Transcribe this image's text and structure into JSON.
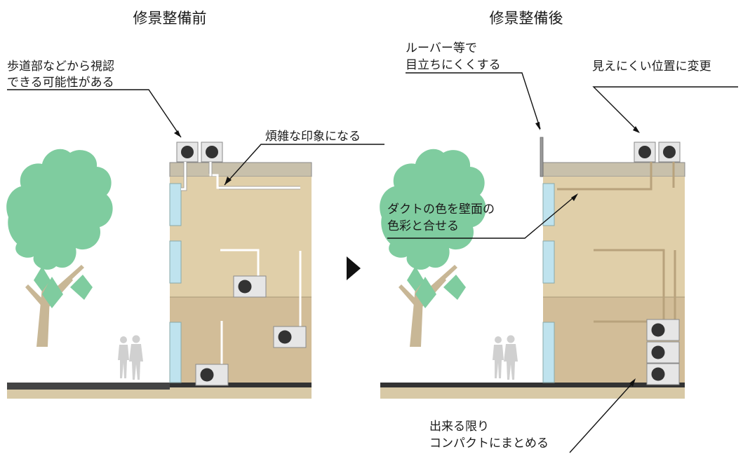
{
  "before": {
    "title": "修景整備前",
    "callout_visible_1": "歩道部などから視認",
    "callout_visible_2": "できる可能性がある",
    "callout_complex": "煩雑な印象になる"
  },
  "after": {
    "title": "修景整備後",
    "callout_louver_1": "ルーバー等で",
    "callout_louver_2": "目立ちにくくする",
    "callout_relocate": "見えにくい位置に変更",
    "callout_duct_1": "ダクトの色を壁面の",
    "callout_duct_2": "色彩と合せる",
    "callout_compact_1": "出来る限り",
    "callout_compact_2": "コンパクトにまとめる"
  },
  "colors": {
    "wall_upper": "#e0cfa9",
    "wall_lower": "#d2bd98",
    "parapet": "#c8c0ab",
    "window": "#bfe3ee",
    "tree": "#7fcc9f",
    "trunk": "#c8b796",
    "ground": "#333333",
    "ground_band": "#d8c9a6",
    "unit": "#e6e6e6",
    "fan": "#333333",
    "people": "#d0d0d0",
    "arrow": "#111111"
  },
  "icons": {
    "transition": "play-arrow-icon",
    "pedestrians": "pedestrian-couple-icon"
  }
}
